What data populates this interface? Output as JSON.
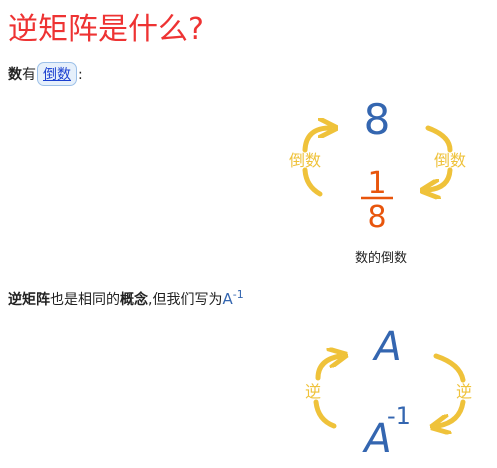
{
  "title": "逆矩阵是什么?",
  "intro": {
    "bold": "数",
    "text": "有",
    "link": "倒数",
    "colon": ":"
  },
  "diagram1": {
    "top": "8",
    "numerator": "1",
    "denominator": "8",
    "left_arrow_label": "倒数",
    "right_arrow_label": "倒数",
    "caption": "数的倒数"
  },
  "line2": {
    "bold1": "逆矩阵",
    "text1": "也是相同的",
    "bold2": "概念",
    "text2": ",但我们写为",
    "symbol": "A",
    "exponent": "-1"
  },
  "diagram2": {
    "top": "A",
    "bottom_base": "A",
    "bottom_exponent": "-1",
    "left_arrow_label": "逆",
    "right_arrow_label": "逆"
  },
  "colors": {
    "title": "#ee3333",
    "arrow": "#efc23a",
    "blue": "#3466b0",
    "orange": "#e8550c"
  }
}
